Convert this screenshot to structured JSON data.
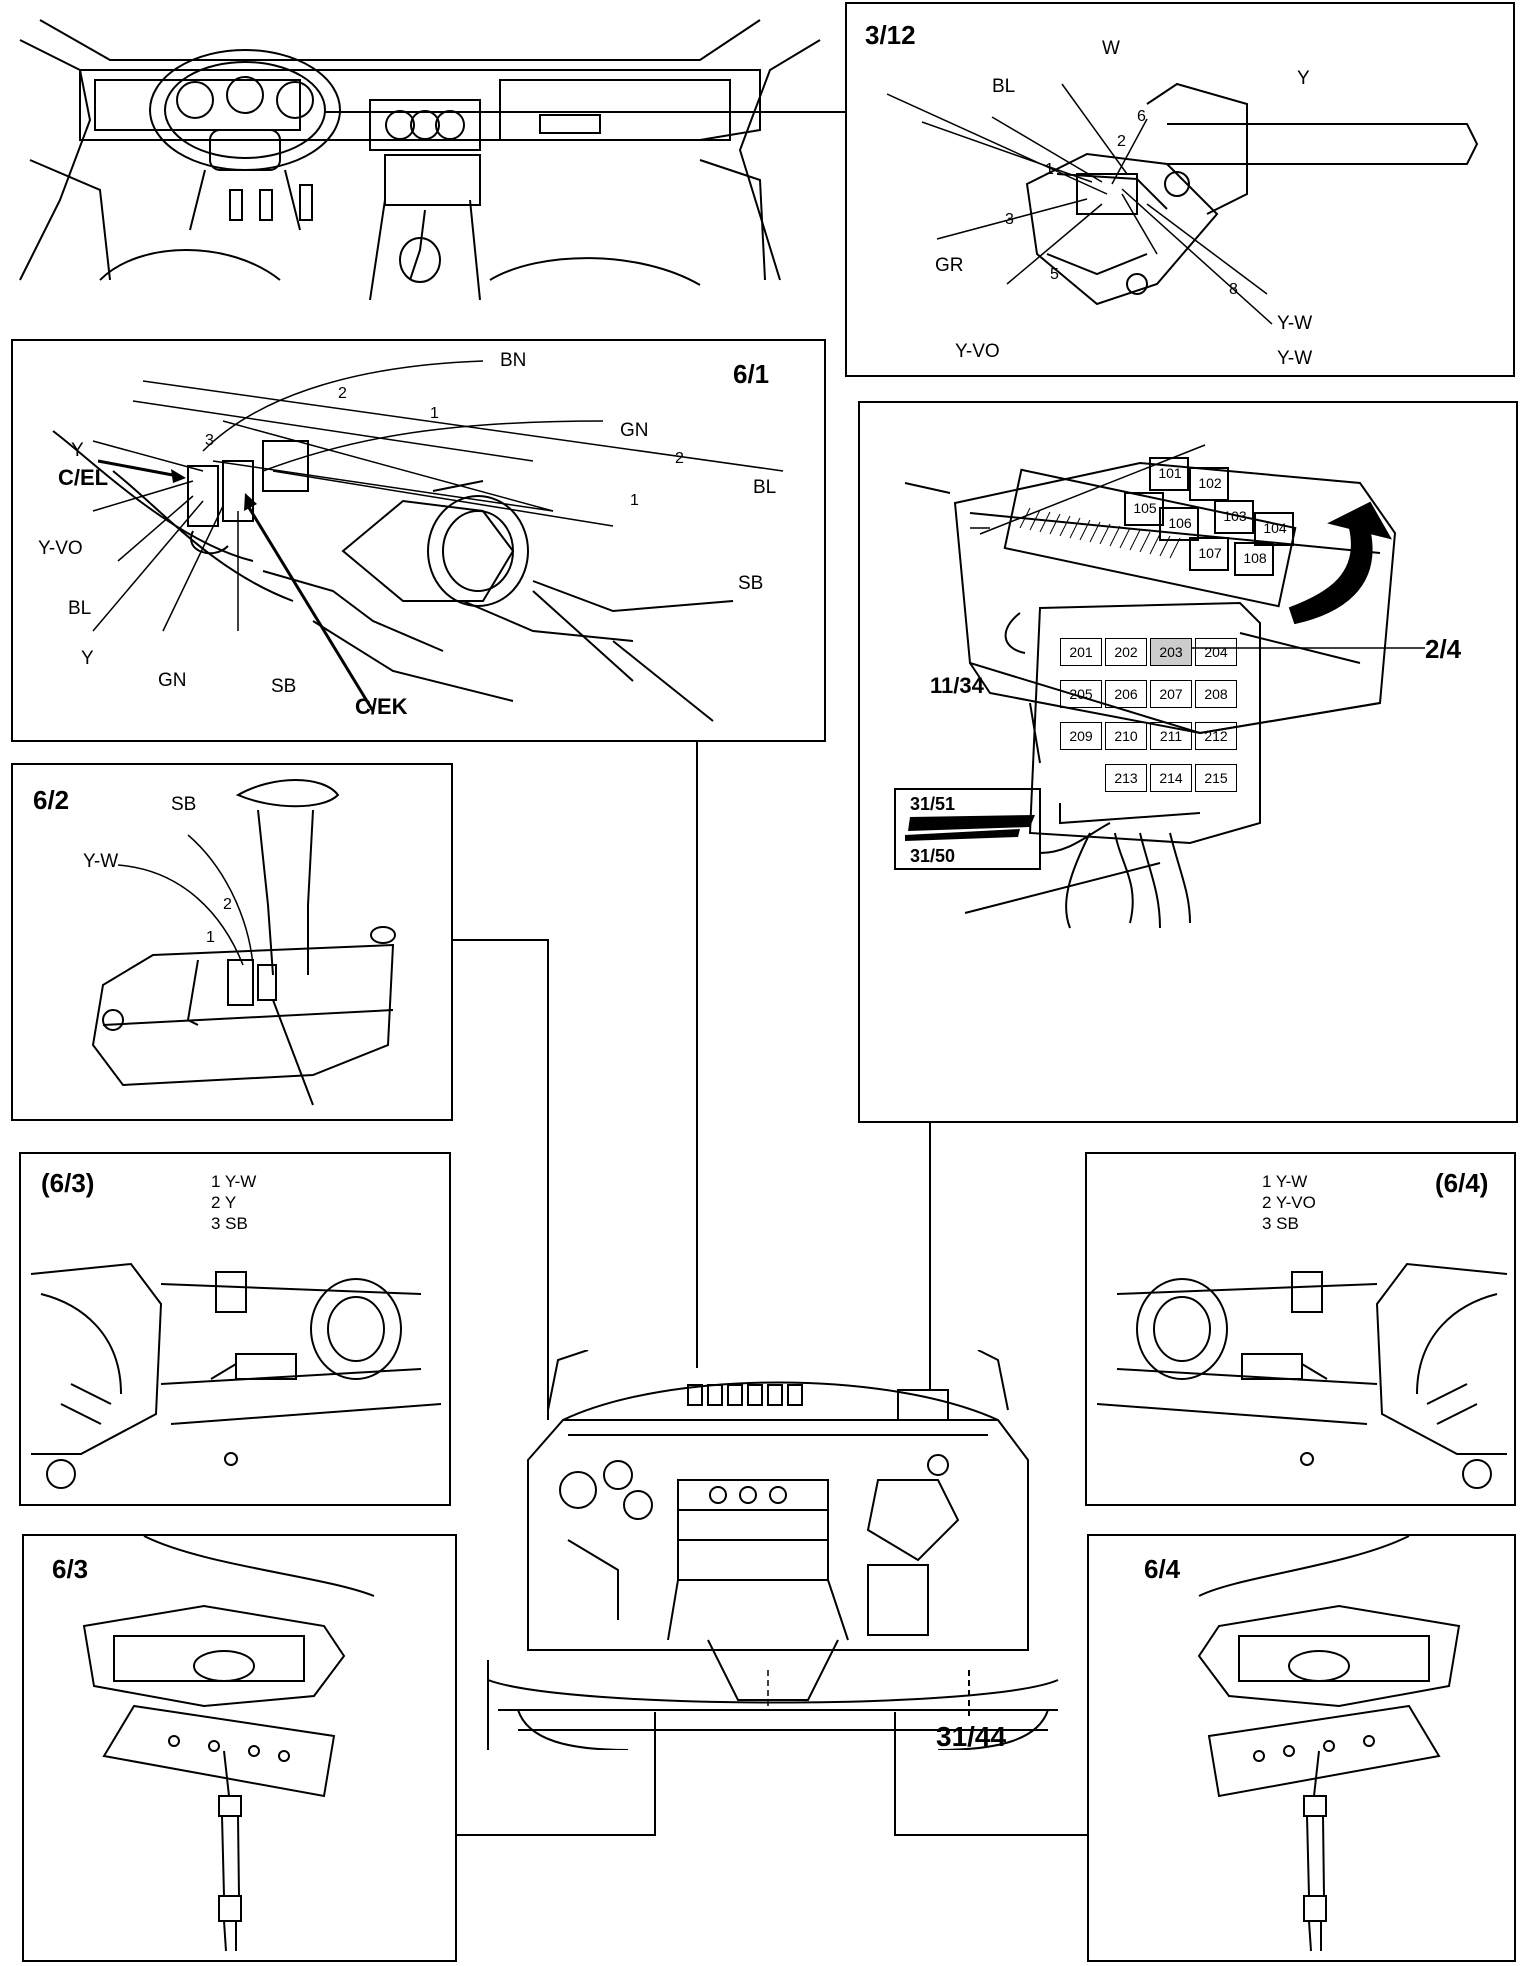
{
  "panels": {
    "p312": {
      "id": "3/12",
      "wires": {
        "w": "W",
        "bl": "BL",
        "y": "Y",
        "gr": "GR",
        "yvo": "Y-VO",
        "yw1": "Y-W",
        "yw2": "Y-W"
      },
      "pins": {
        "p1": "1",
        "p2": "2",
        "p3": "3",
        "p5": "5",
        "p6": "6",
        "p8": "8"
      }
    },
    "p61": {
      "id": "6/1",
      "connectors": {
        "cel": "C/EL",
        "cek": "C/EK"
      },
      "wires": {
        "bn": "BN",
        "gn_r": "GN",
        "bl_r": "BL",
        "sb_r": "SB",
        "y_l": "Y",
        "yvo": "Y-VO",
        "bl_l": "BL",
        "y_b": "Y",
        "gn_b": "GN",
        "sb_b": "SB"
      },
      "pins": {
        "p2a": "2",
        "p1a": "1",
        "p3": "3",
        "p2b": "2",
        "p1b": "1"
      }
    },
    "p62": {
      "id": "6/2",
      "wires": {
        "sb": "SB",
        "yw": "Y-W"
      },
      "pins": {
        "p2": "2",
        "p1": "1"
      }
    },
    "p63b": {
      "id": "(6/3)",
      "legend": [
        "1 Y-W",
        "2 Y",
        "3 SB"
      ]
    },
    "p64b": {
      "id": "(6/4)",
      "legend": [
        "1 Y-W",
        "2 Y-VO",
        "3 SB"
      ]
    },
    "p63": {
      "id": "6/3"
    },
    "p64": {
      "id": "6/4"
    },
    "fusebox": {
      "label_1134": "11/34",
      "label_24": "2/4",
      "relays_top": [
        "101",
        "102",
        "105",
        "106",
        "103",
        "104",
        "107",
        "108"
      ],
      "relays_bottom": [
        "201",
        "202",
        "203",
        "204",
        "205",
        "206",
        "207",
        "208",
        "209",
        "210",
        "211",
        "212",
        "213",
        "214",
        "215"
      ],
      "inset_top": "31/51",
      "inset_bottom": "31/50"
    },
    "engine": {
      "label_3144": "31/44"
    }
  }
}
